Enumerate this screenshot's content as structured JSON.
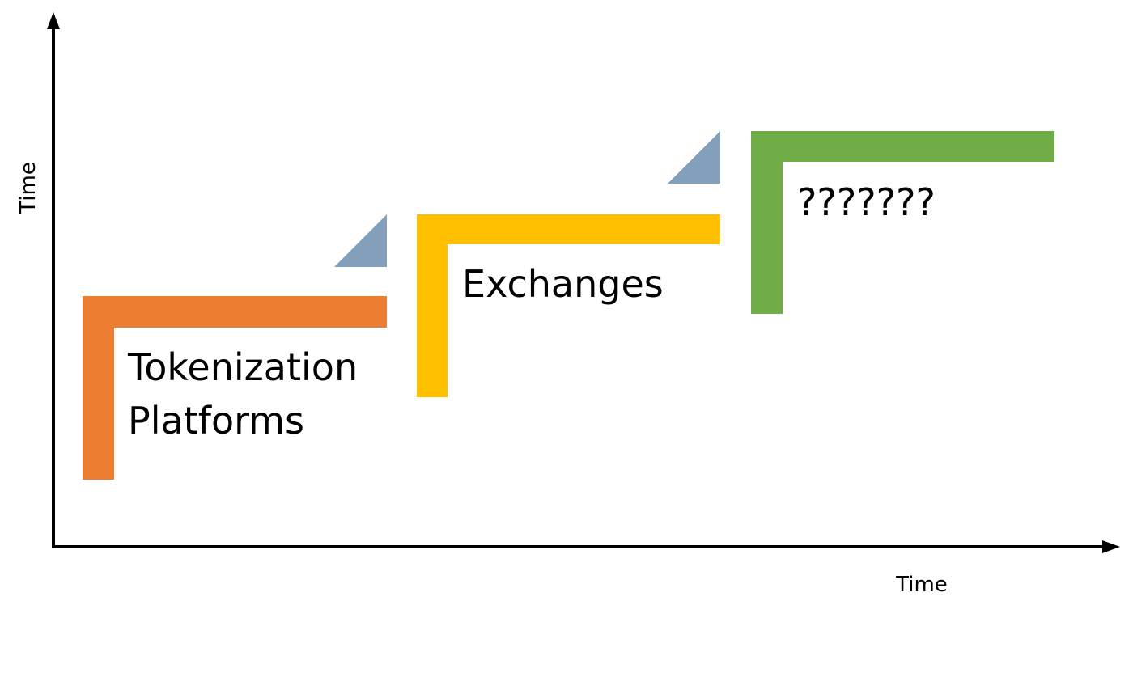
{
  "diagram": {
    "x_axis_label": "Time",
    "y_axis_label": "Time",
    "steps": [
      {
        "label_lines": [
          "Tokenization",
          "Platforms"
        ],
        "color": "#ED7D31"
      },
      {
        "label_lines": [
          "Exchanges"
        ],
        "color": "#FFC000"
      },
      {
        "label_lines": [
          "???????"
        ],
        "color": "#70AD47"
      }
    ],
    "transition_arrow_color": "#849FBC",
    "axis_color": "#000000"
  }
}
